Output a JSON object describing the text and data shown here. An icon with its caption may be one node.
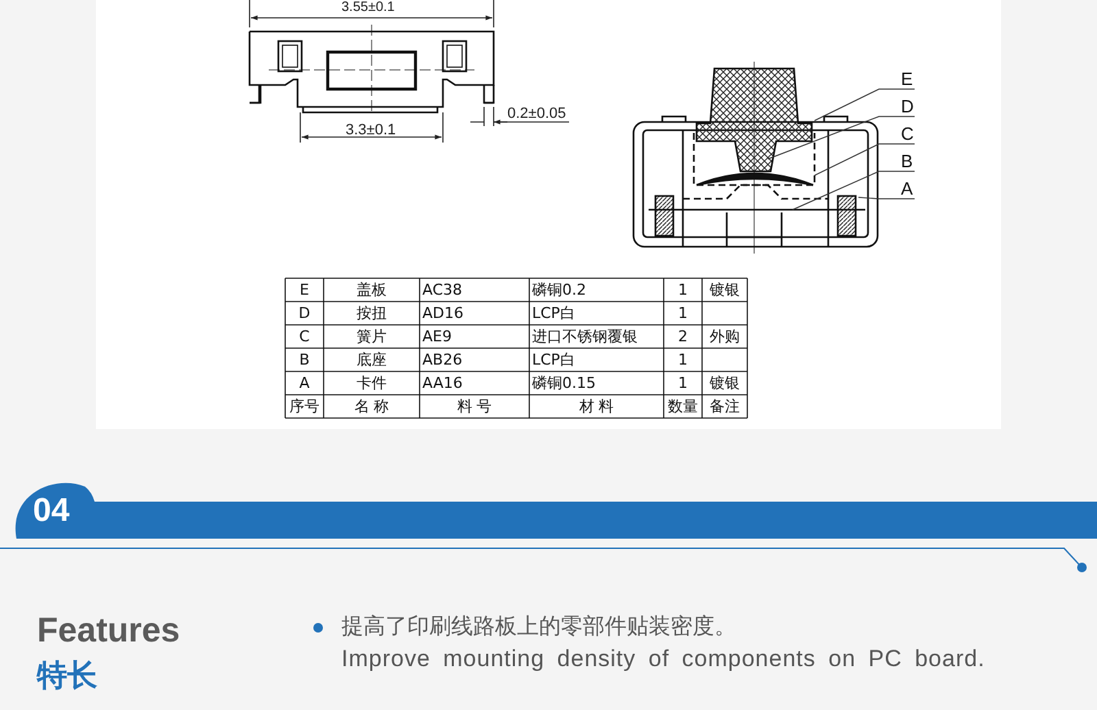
{
  "diagram": {
    "nodes": [
      {
        "text": [
          "E"
        ]
      },
      {
        "text": [
          "D"
        ]
      },
      {
        "text": [
          "C"
        ]
      },
      {
        "text": [
          "B"
        ]
      },
      {
        "text": [
          "A"
        ]
      }
    ],
    "edges": [
      {
        "from": 0,
        "to": null,
        "arrow": "none"
      },
      {
        "from": 1,
        "to": null,
        "arrow": "none"
      },
      {
        "from": 2,
        "to": null,
        "arrow": "none"
      },
      {
        "from": 3,
        "to": null,
        "arrow": "none"
      },
      {
        "from": 4,
        "to": null,
        "arrow": "none"
      }
    ],
    "labels": [
      "3.55±0.1",
      "3.3±0.1",
      "0.2±0.05",
      "E",
      "盖板",
      "AC38",
      "磷铜0.2",
      "1",
      "镀银",
      "D",
      "按扭",
      "AD16",
      "LCP白",
      "1",
      "C",
      "簧片",
      "AE9",
      "进口不锈钢覆银",
      "2",
      "外购",
      "B",
      "底座",
      "AB26",
      "LCP白",
      "1",
      "A",
      "卡件",
      "AA16",
      "磷铜0.15",
      "1",
      "镀银",
      "序号",
      "名 称",
      "料 号",
      "材 料",
      "数量",
      "备注",
      "04",
      "Features",
      "特长",
      "提高了印刷线路板上的零部件贴装密度。",
      "Improve mounting density of components on PC board."
    ]
  }
}
